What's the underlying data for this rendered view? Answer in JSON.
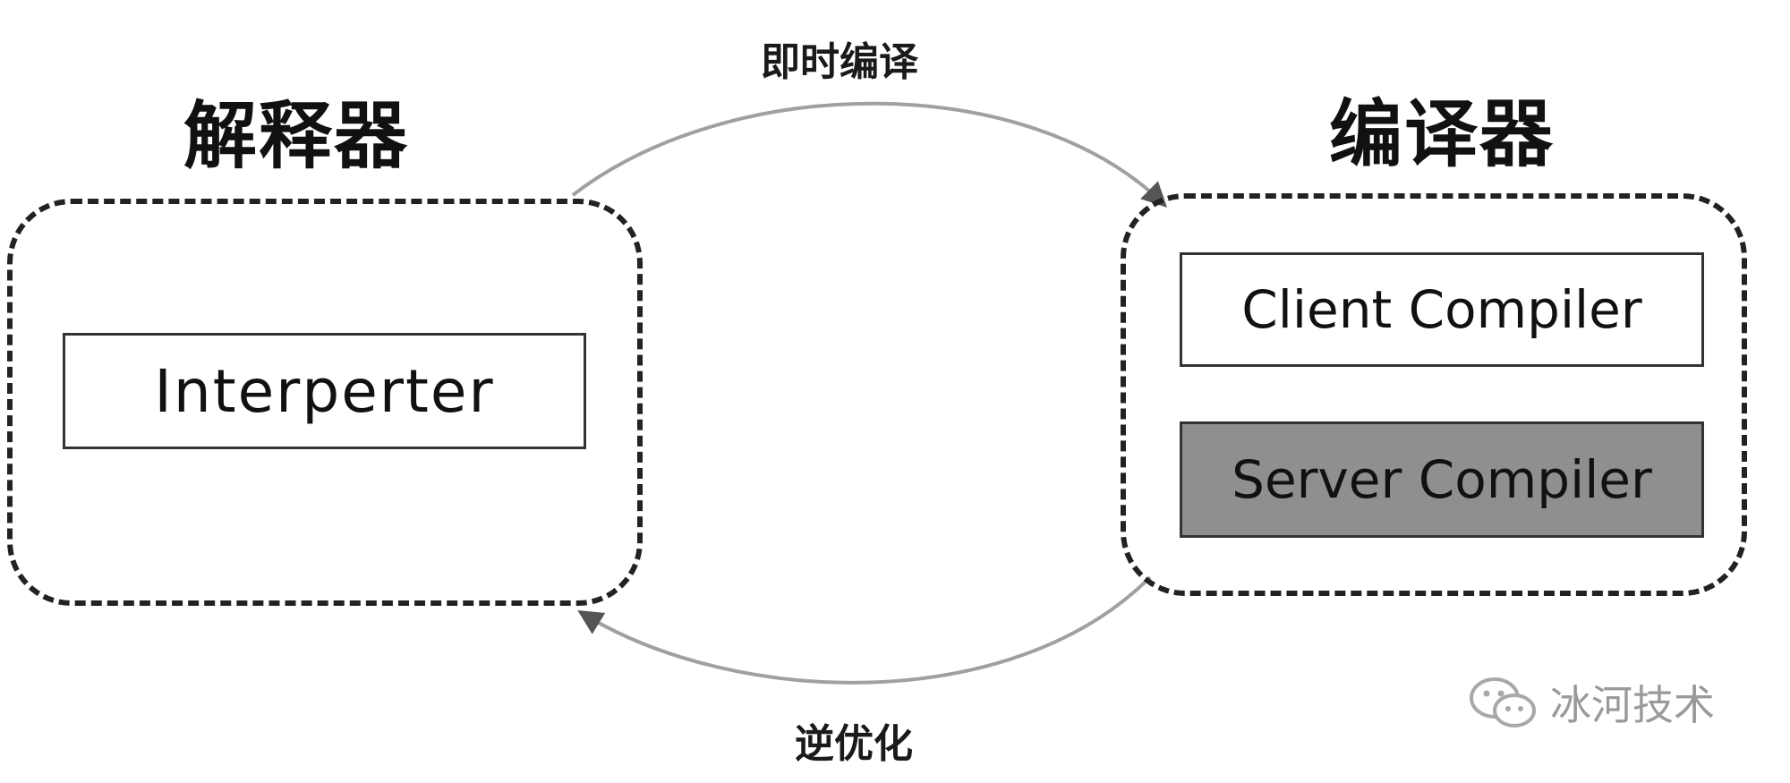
{
  "groups": {
    "interpreter": {
      "title": "解释器",
      "node": "Interperter"
    },
    "compiler": {
      "title": "编译器",
      "nodes": {
        "client": "Client Compiler",
        "server": "Server Compiler"
      }
    }
  },
  "edges": {
    "jit": {
      "label": "即时编译",
      "from": "interpreter",
      "to": "compiler"
    },
    "deopt": {
      "label": "逆优化",
      "from": "compiler",
      "to": "interpreter"
    }
  },
  "watermark": {
    "text": "冰河技术",
    "icon": "wechat-icon"
  },
  "colors": {
    "server_node_fill": "#8f8f8f",
    "border": "#222222",
    "arrow": "#9a9a9a"
  }
}
